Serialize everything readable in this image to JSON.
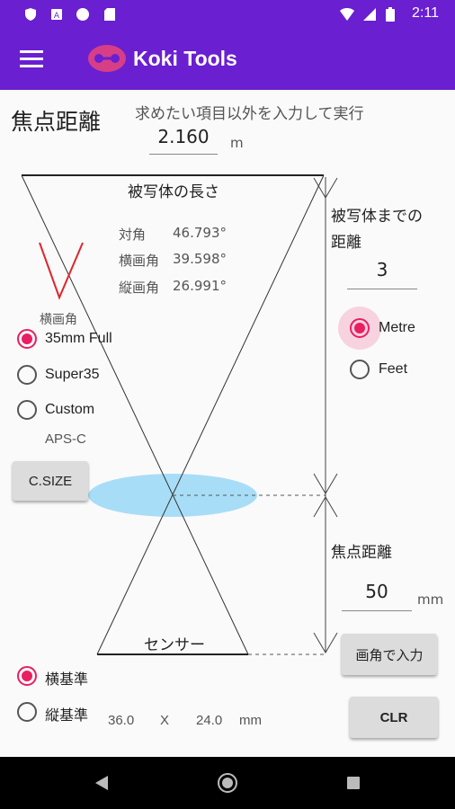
{
  "status": {
    "time": "2:11"
  },
  "app": {
    "title": "Koki Tools"
  },
  "page": {
    "heading": "焦点距離",
    "instruction": "求めたい項目以外を入力して実行",
    "result_value": "2.160",
    "result_unit": "m"
  },
  "diagram": {
    "subject_length_label": "被写体の長さ",
    "sensor_label": "センサー",
    "angles": [
      {
        "label": "対角",
        "value": "46.793°"
      },
      {
        "label": "横画角",
        "value": "39.598°"
      },
      {
        "label": "縦画角",
        "value": "26.991°"
      }
    ]
  },
  "left_panel": {
    "angle_type_label": "横画角",
    "sensor_options": [
      "35mm Full",
      "Super35",
      "Custom"
    ],
    "selected_sensor": "35mm Full",
    "custom_sub_label": "APS-C",
    "csize_button": "C.SIZE"
  },
  "right_panel": {
    "distance_label_line1": "被写体までの",
    "distance_label_line2": "距離",
    "distance_value": "3",
    "unit_options": [
      "Metre",
      "Feet"
    ],
    "selected_unit": "Metre",
    "focal_label": "焦点距離",
    "focal_value": "50",
    "focal_unit": "mm",
    "angle_input_button": "画角で入力",
    "clear_button": "CLR"
  },
  "bottom": {
    "orientation_options": [
      "横基準",
      "縦基準"
    ],
    "selected_orientation": "横基準",
    "sensor_width": "36.0",
    "times": "X",
    "sensor_height": "24.0",
    "sensor_unit": "mm"
  },
  "colors": {
    "primary": "#6a1fd1",
    "accent": "#e91e63",
    "lens": "#a8ddf7",
    "angle_mark": "#e0252a"
  }
}
